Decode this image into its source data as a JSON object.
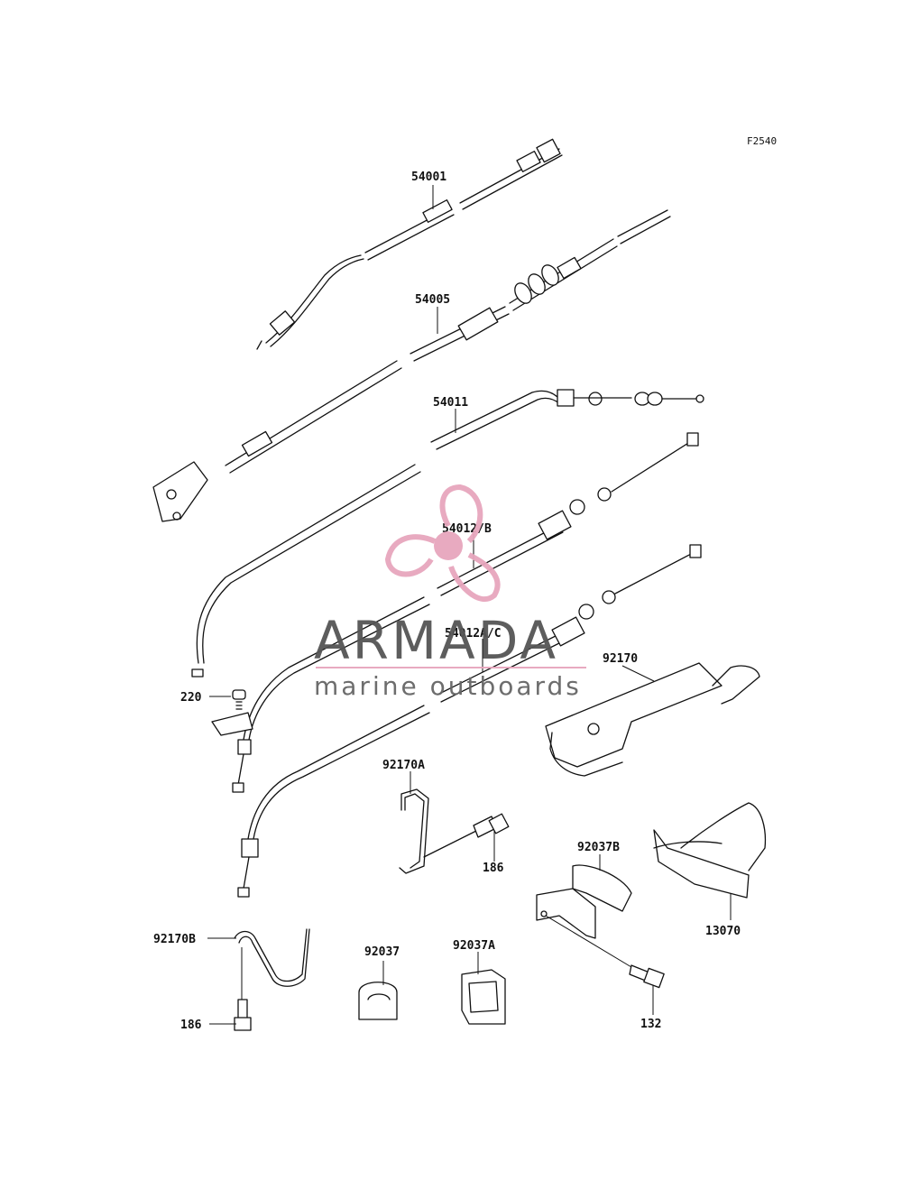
{
  "diagram": {
    "code": "F2540",
    "watermark": {
      "brand": "ARMADA",
      "tagline": "marine outboards",
      "logo_color": "#e7a6bd",
      "text_color": "#555555"
    },
    "labels": {
      "p54001": "54001",
      "p54005": "54005",
      "p54011": "54011",
      "p54012b": "54012/B",
      "p54012ac": "54012A/C",
      "p220": "220",
      "p92170": "92170",
      "p92170a": "92170A",
      "p186a": "186",
      "p92037b": "92037B",
      "p13070": "13070",
      "p92170b": "92170B",
      "p186b": "186",
      "p92037": "92037",
      "p92037a": "92037A",
      "p132": "132"
    }
  }
}
